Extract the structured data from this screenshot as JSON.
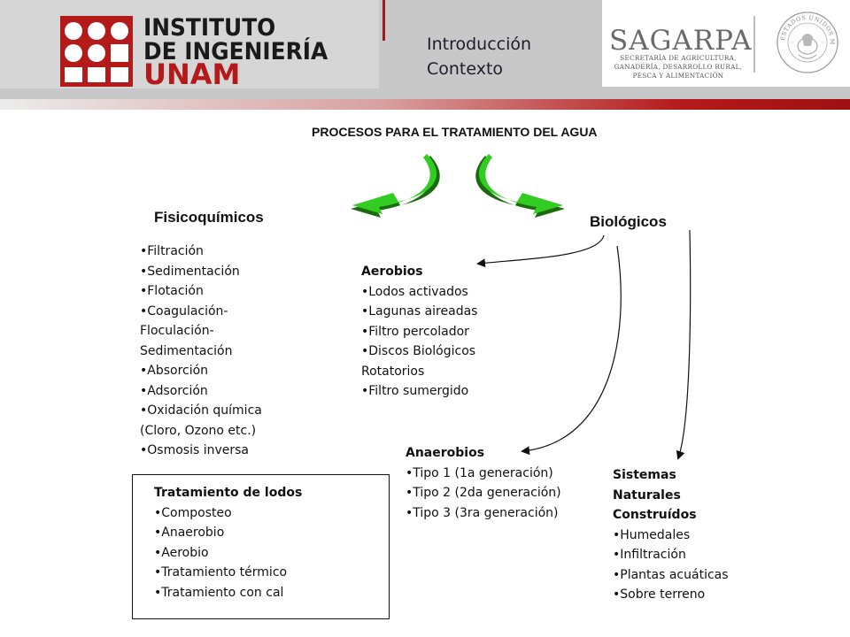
{
  "header": {
    "institute_line1": "INSTITUTO",
    "institute_line2": "DE INGENIERÍA",
    "institute_line3": "UNAM",
    "nav_line1": "Introducción",
    "nav_line2": "Contexto",
    "sagarpa_title": "SAGARPA",
    "sagarpa_sub1": "SECRETARÍA DE AGRICULTURA,",
    "sagarpa_sub2": "GANADERÍA, DESARROLLO RURAL,",
    "sagarpa_sub3": "PESCA Y ALIMENTACIÓN",
    "seal_text": "ESTADOS UNIDOS MEXICANOS"
  },
  "colors": {
    "unam_red": "#b51a1a",
    "arrow_green": "#33cc22",
    "arrow_dark": "#1a6b10"
  },
  "diagram": {
    "title": "PROCESOS PARA EL TRATAMIENTO DEL AGUA",
    "fisicoquimicos": {
      "title": "Fisicoquímicos",
      "items": [
        "•Filtración",
        "•Sedimentación",
        "•Flotación",
        "•Coagulación-",
        "Floculación-",
        "Sedimentación",
        "•Absorción",
        "•Adsorción",
        "•Oxidación química",
        "(Cloro, Ozono etc.)",
        "•Osmosis inversa"
      ]
    },
    "biologicos": {
      "title": "Biológicos"
    },
    "aerobios": {
      "title": "Aerobios",
      "items": [
        "•Lodos activados",
        "•Lagunas aireadas",
        "•Filtro percolador",
        "•Discos Biológicos",
        "Rotatorios",
        "•Filtro sumergido"
      ]
    },
    "anaerobios": {
      "title": "Anaerobios",
      "items": [
        "•Tipo 1 (1a generación)",
        "•Tipo 2 (2da generación)",
        "•Tipo 3 (3ra generación)"
      ]
    },
    "sistemas": {
      "title_lines": [
        "Sistemas",
        "Naturales",
        "Construídos"
      ],
      "items": [
        "•Humedales",
        "•Infiltración",
        "•Plantas acuáticas",
        "•Sobre terreno"
      ]
    },
    "lodos": {
      "title": "Tratamiento de lodos",
      "items": [
        "•Composteo",
        "•Anaerobio",
        "•Aerobio",
        "•Tratamiento térmico",
        "•Tratamiento con cal"
      ]
    }
  }
}
